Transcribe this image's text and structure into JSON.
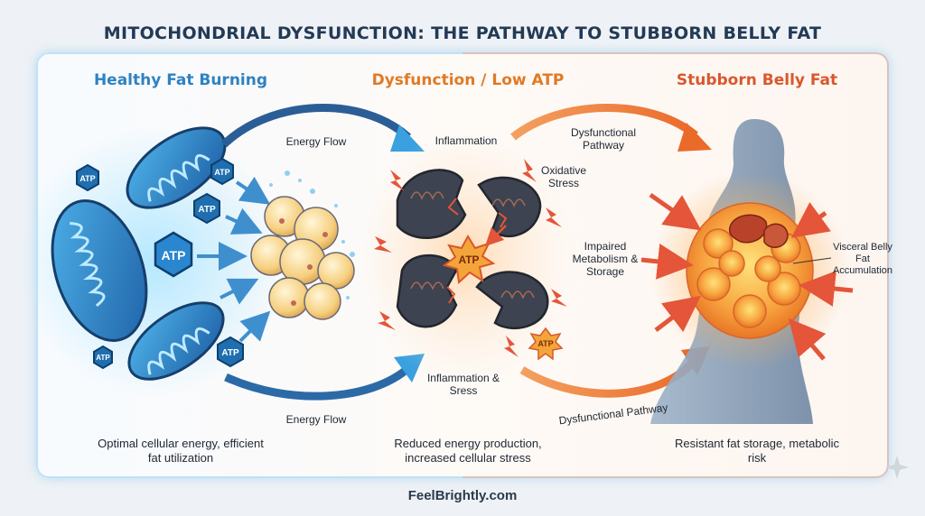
{
  "title": "MITOCHONDRIAL DYSFUNCTION: THE PATHWAY TO STUBBORN BELLY FAT",
  "sections": [
    {
      "heading": "Healthy Fat Burning",
      "color": "#2f82c1",
      "caption": "Optimal cellular energy, efficient fat utilization"
    },
    {
      "heading": "Dysfunction / Low ATP",
      "color": "#e07a25",
      "caption": "Reduced energy production, increased cellular stress"
    },
    {
      "heading": "Stubborn Belly Fat",
      "color": "#d8582c",
      "caption": "Resistant fat storage, metabolic risk"
    }
  ],
  "labels": {
    "energy_flow_top": "Energy Flow",
    "energy_flow_bottom": "Energy Flow",
    "inflammation_top": "Inflammation",
    "oxidative_stress": "Oxidative Stress",
    "inflammation_stress": "Inflammation & Sress",
    "dysfunctional_pathway_top": "Dysfunctional Pathway",
    "impaired_metabolism": "Impaired Metabolism & Storage",
    "dysfunctional_pathway_bottom": "Dysfunctional Pathway",
    "visceral_fat": "Visceral Belly Fat Accumulation"
  },
  "atp_label": "ATP",
  "footer": "FeelBrightly.com",
  "colors": {
    "healthy_blue": "#2f82c1",
    "warning_orange": "#e07a25",
    "fat_red": "#d8582c",
    "title_navy": "#233a55"
  }
}
